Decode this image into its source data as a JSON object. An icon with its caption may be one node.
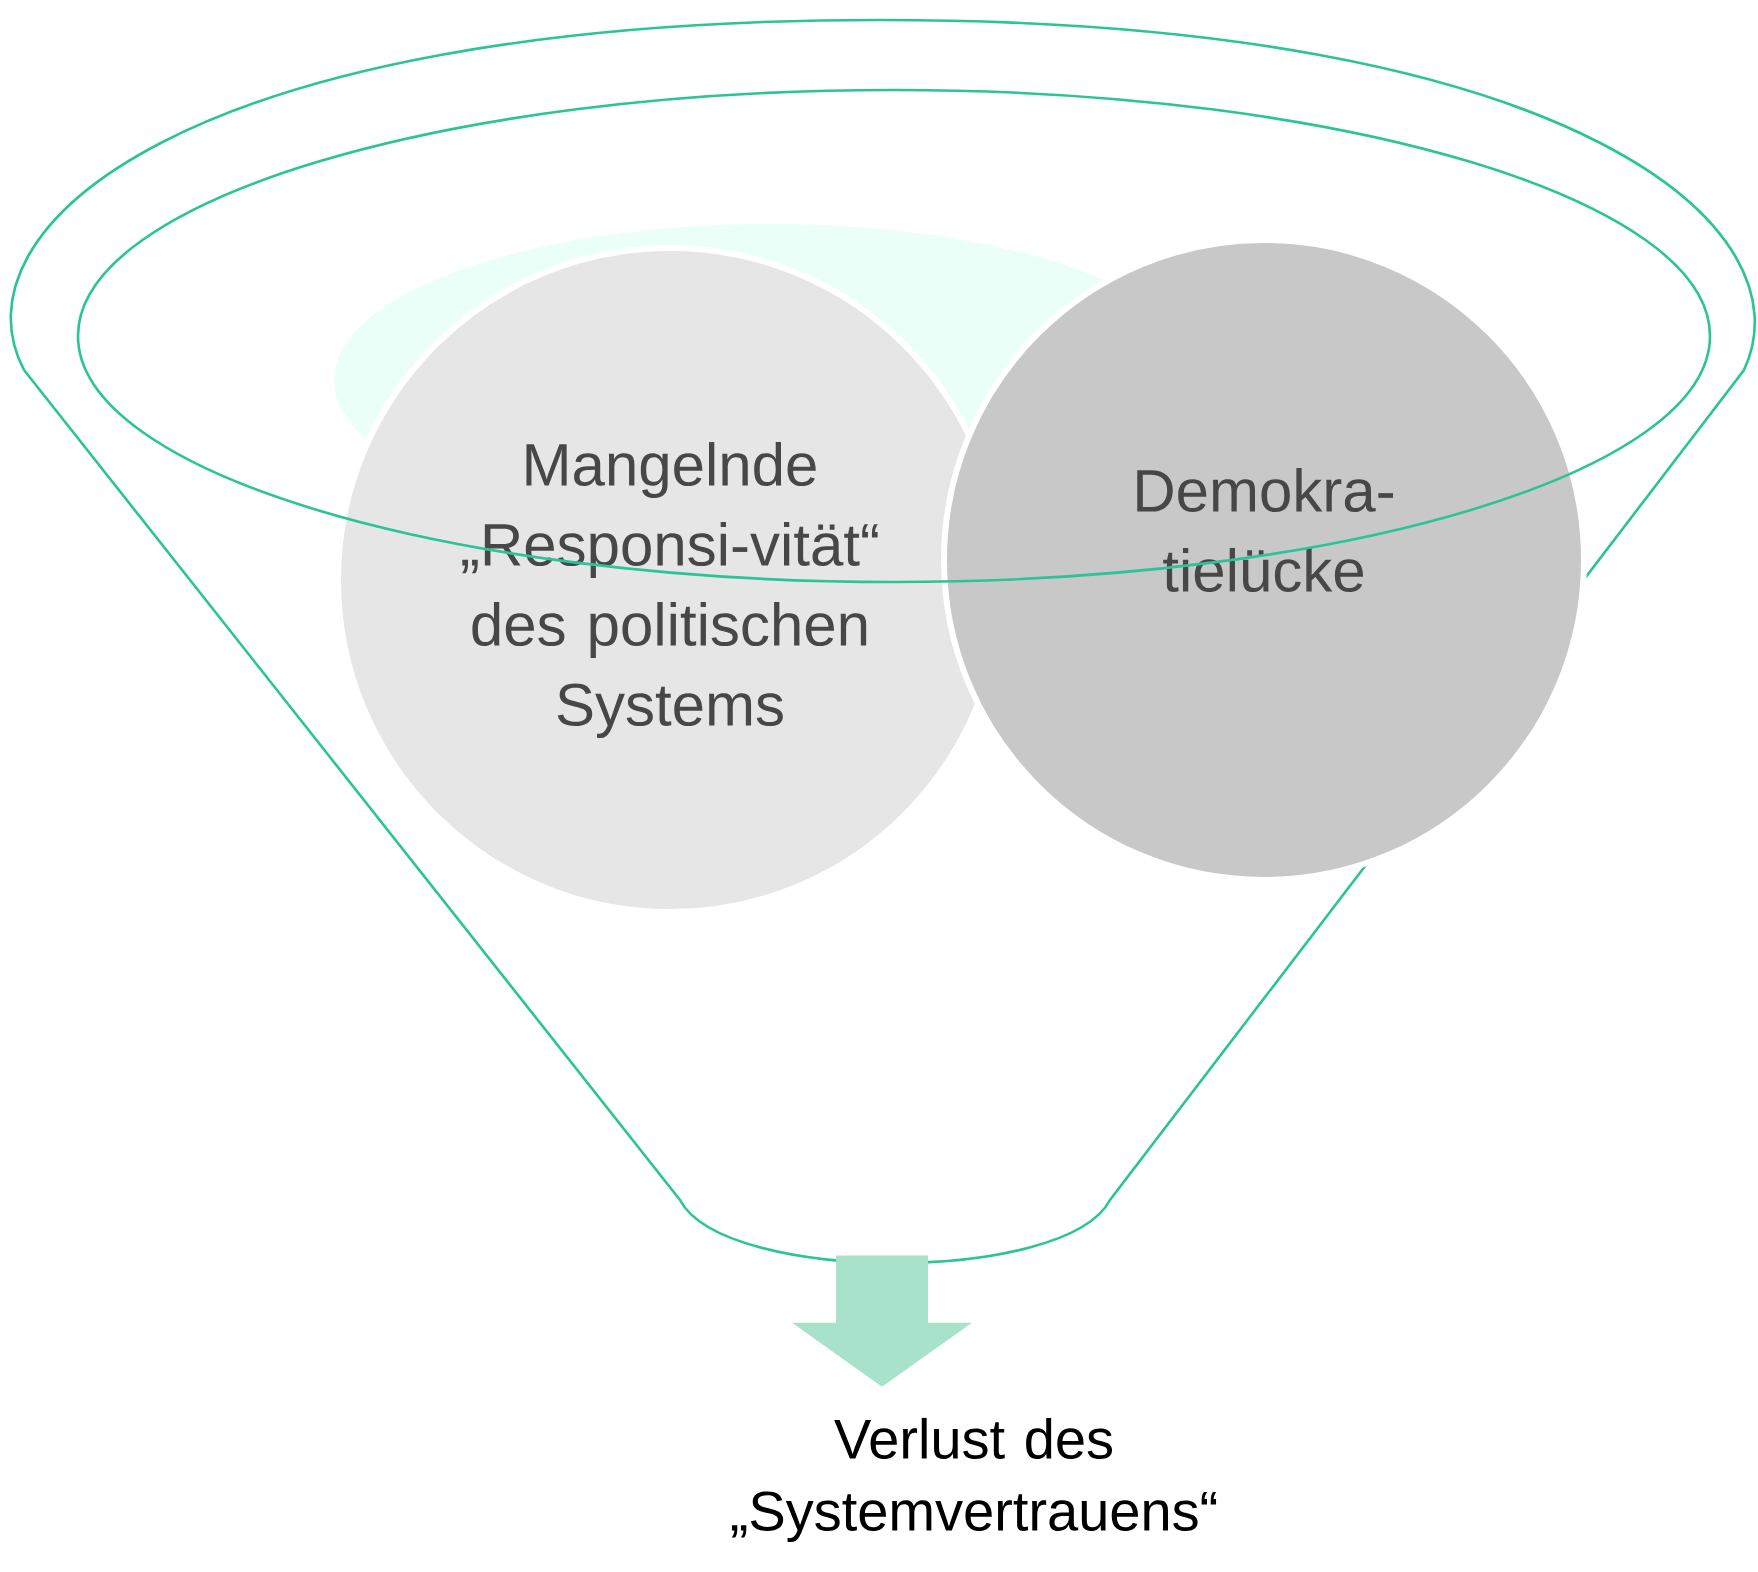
{
  "diagram": {
    "nodes": [
      {
        "text": [],
        "shape": "funnel"
      },
      {
        "text": [
          "Mangelnde „Responsi-vität“ des politischen Systems"
        ],
        "in": 0
      },
      {
        "text": [
          "Demokra-tielücke"
        ],
        "in": 0
      },
      {
        "text": [
          "Verlust des „Systemvertrauens“"
        ]
      }
    ],
    "edges": [
      {
        "from": 0,
        "to": 3,
        "arrow": "to"
      }
    ]
  }
}
